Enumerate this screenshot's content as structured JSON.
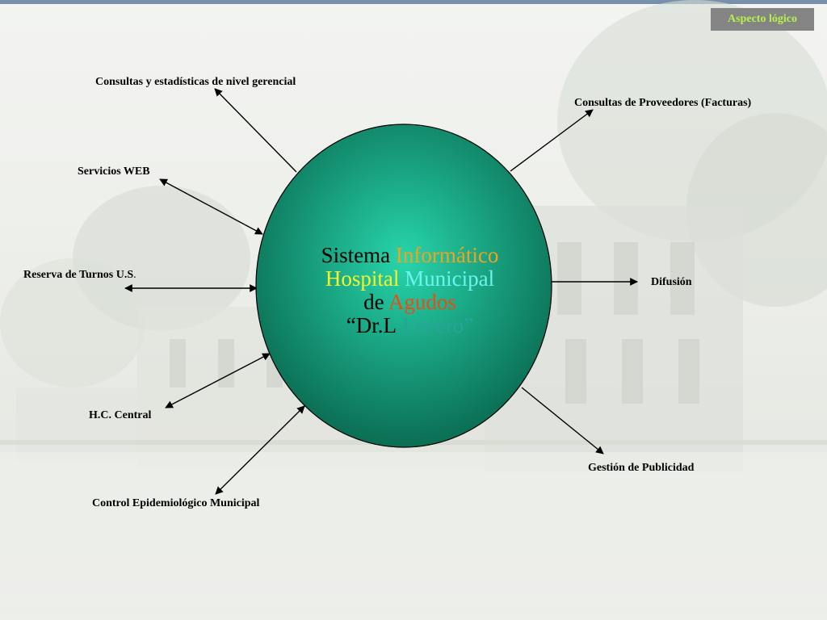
{
  "badge": {
    "label": "Aspecto lógico"
  },
  "center": {
    "line1": {
      "w1": "Sistema",
      "w2": "Informático"
    },
    "line2": {
      "w1": "Hospital",
      "w2": "Municipal"
    },
    "line3": {
      "w1": "de",
      "w2": "Agudos"
    },
    "line4": {
      "w1": "“Dr.L",
      "w2": ".Lucero",
      "w3": "”"
    }
  },
  "nodes": {
    "consultas_gerencial": "Consultas y estadísticas de nivel gerencial",
    "servicios_web": "Servicios WEB",
    "reserva_turnos": "Reserva de Turnos U.S",
    "reserva_turnos_dot": ".",
    "hc_central": "H.C. Central",
    "control_epidemiologico": "Control Epidemiológico Municipal",
    "consultas_proveedores": "Consultas de Proveedores (Facturas)",
    "difusion": "Difusión",
    "gestion_publicidad": "Gestión de Publicidad"
  },
  "colors": {
    "ellipse_center": "#27d5ac",
    "ellipse_edge": "#0a6a50",
    "badge_bg": "#848484",
    "badge_text": "#b7f04c",
    "top_bar": "#244e7e"
  }
}
